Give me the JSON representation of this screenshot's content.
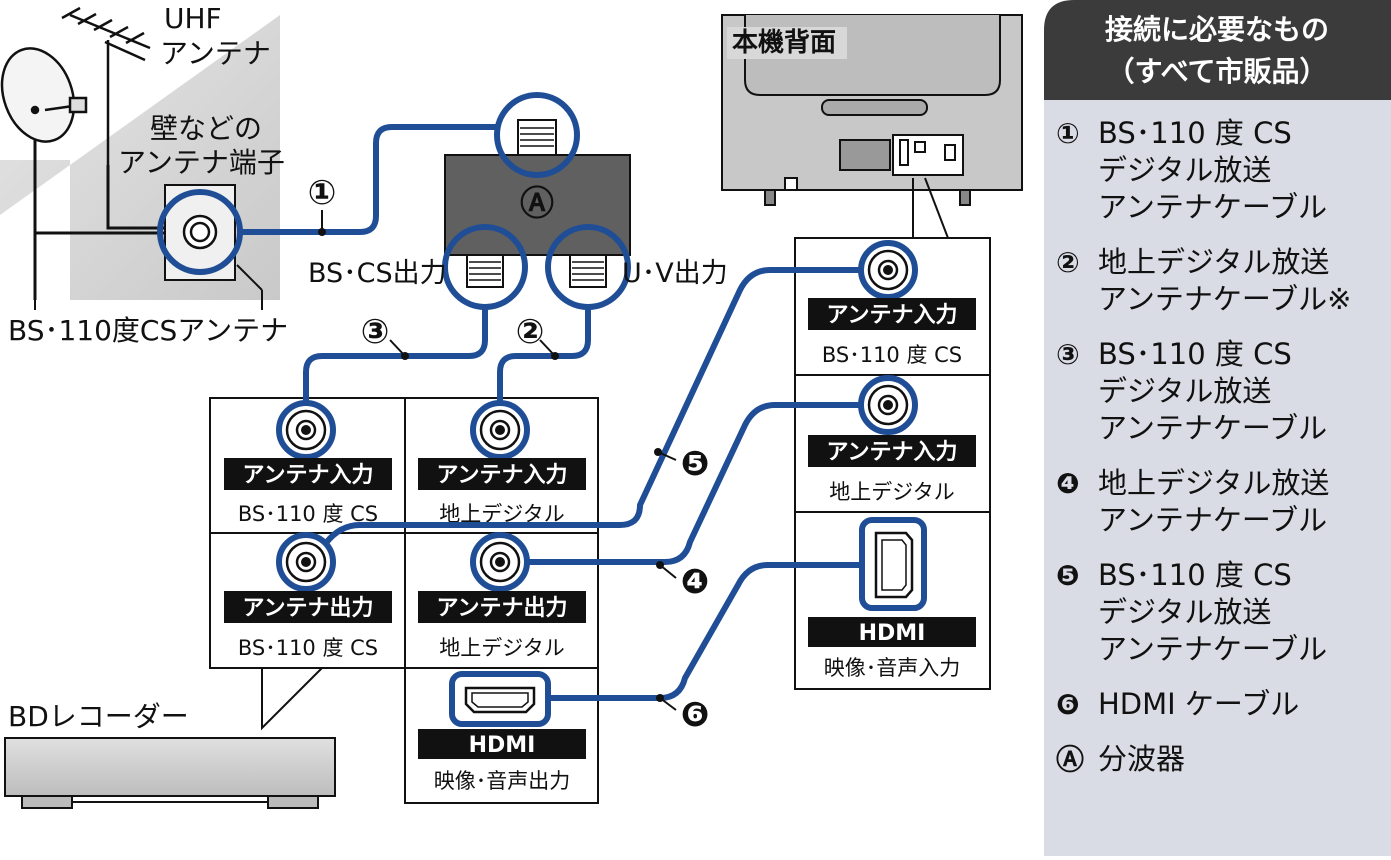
{
  "labels": {
    "uhf_antenna_line1": "UHF",
    "uhf_antenna_line2": "アンテナ",
    "wall_terminal_line1": "壁などの",
    "wall_terminal_line2": "アンテナ端子",
    "bs_antenna": "BS･110度CSアンテナ",
    "splitter_bs_out": "BS･CS出力",
    "splitter_uv_out": "U･V出力",
    "recorder": "BDレコーダー",
    "tv_rear": "本機背面"
  },
  "markers": {
    "m1": "①",
    "m2": "②",
    "m3": "③",
    "m4": "❹",
    "m5": "❺",
    "m6": "❻",
    "mA": "Ⓐ"
  },
  "recorder_ports": {
    "ant_in": "アンテナ入力",
    "ant_out": "アンテナ出力",
    "bs_cs": "BS･110 度 CS",
    "terrestrial": "地上デジタル",
    "hdmi": "HDMI",
    "hdmi_out_caption": "映像･音声出力"
  },
  "tv_ports": {
    "ant_in": "アンテナ入力",
    "bs_cs": "BS･110 度 CS",
    "terrestrial": "地上デジタル",
    "hdmi": "HDMI",
    "hdmi_in_caption": "映像･音声入力"
  },
  "legend": {
    "title_line1": "接続に必要なもの",
    "title_line2": "（すべて市販品）",
    "items": [
      {
        "mark": "①",
        "lines": [
          "BS･110 度 CS",
          "デジタル放送",
          "アンテナケーブル"
        ]
      },
      {
        "mark": "②",
        "lines": [
          "地上デジタル放送",
          "アンテナケーブル※"
        ]
      },
      {
        "mark": "③",
        "lines": [
          "BS･110 度 CS",
          "デジタル放送",
          "アンテナケーブル"
        ]
      },
      {
        "mark": "❹",
        "lines": [
          "地上デジタル放送",
          "アンテナケーブル"
        ]
      },
      {
        "mark": "❺",
        "lines": [
          "BS･110 度 CS",
          "デジタル放送",
          "アンテナケーブル"
        ]
      },
      {
        "mark": "❻",
        "lines": [
          "HDMI ケーブル"
        ]
      },
      {
        "mark": "Ⓐ",
        "lines": [
          "分波器"
        ]
      }
    ]
  },
  "colors": {
    "cable": "#1f4e96",
    "legend_header": "#3b3b3b",
    "legend_body": "#d9dce4",
    "port_label_bg": "#111111"
  }
}
